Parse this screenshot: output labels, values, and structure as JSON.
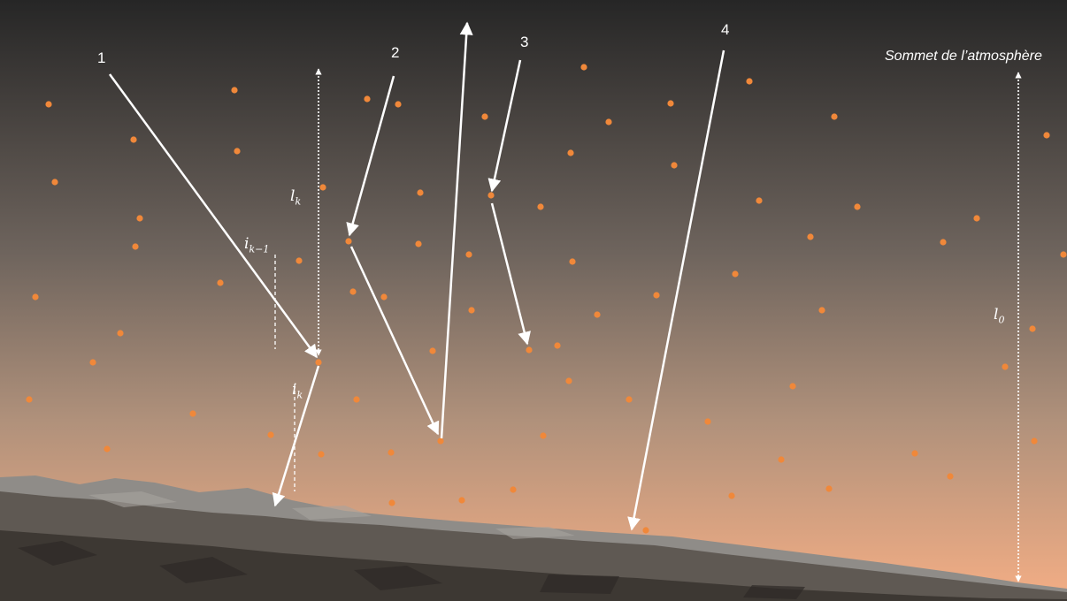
{
  "title": "Sommet de l’atmosphère",
  "paths": [
    {
      "label": "1"
    },
    {
      "label": "2"
    },
    {
      "label": "3"
    },
    {
      "label": "4"
    }
  ],
  "symbols": {
    "l_k": {
      "base": "l",
      "sub": "k"
    },
    "i_k_minus_1": {
      "base": "i",
      "sub": "k−1"
    },
    "i_k": {
      "base": "i",
      "sub": "k"
    },
    "l_0": {
      "base": "l",
      "sub": "0"
    }
  },
  "colors": {
    "sky_top": "#262626",
    "sky_mid": "#7a6e66",
    "sky_bottom": "#f2ad84",
    "particle": "#f0883a",
    "ray": "#ffffff",
    "ground_dark": "#3e3833",
    "ground_light": "#8d8a86"
  },
  "particle_count": 75
}
